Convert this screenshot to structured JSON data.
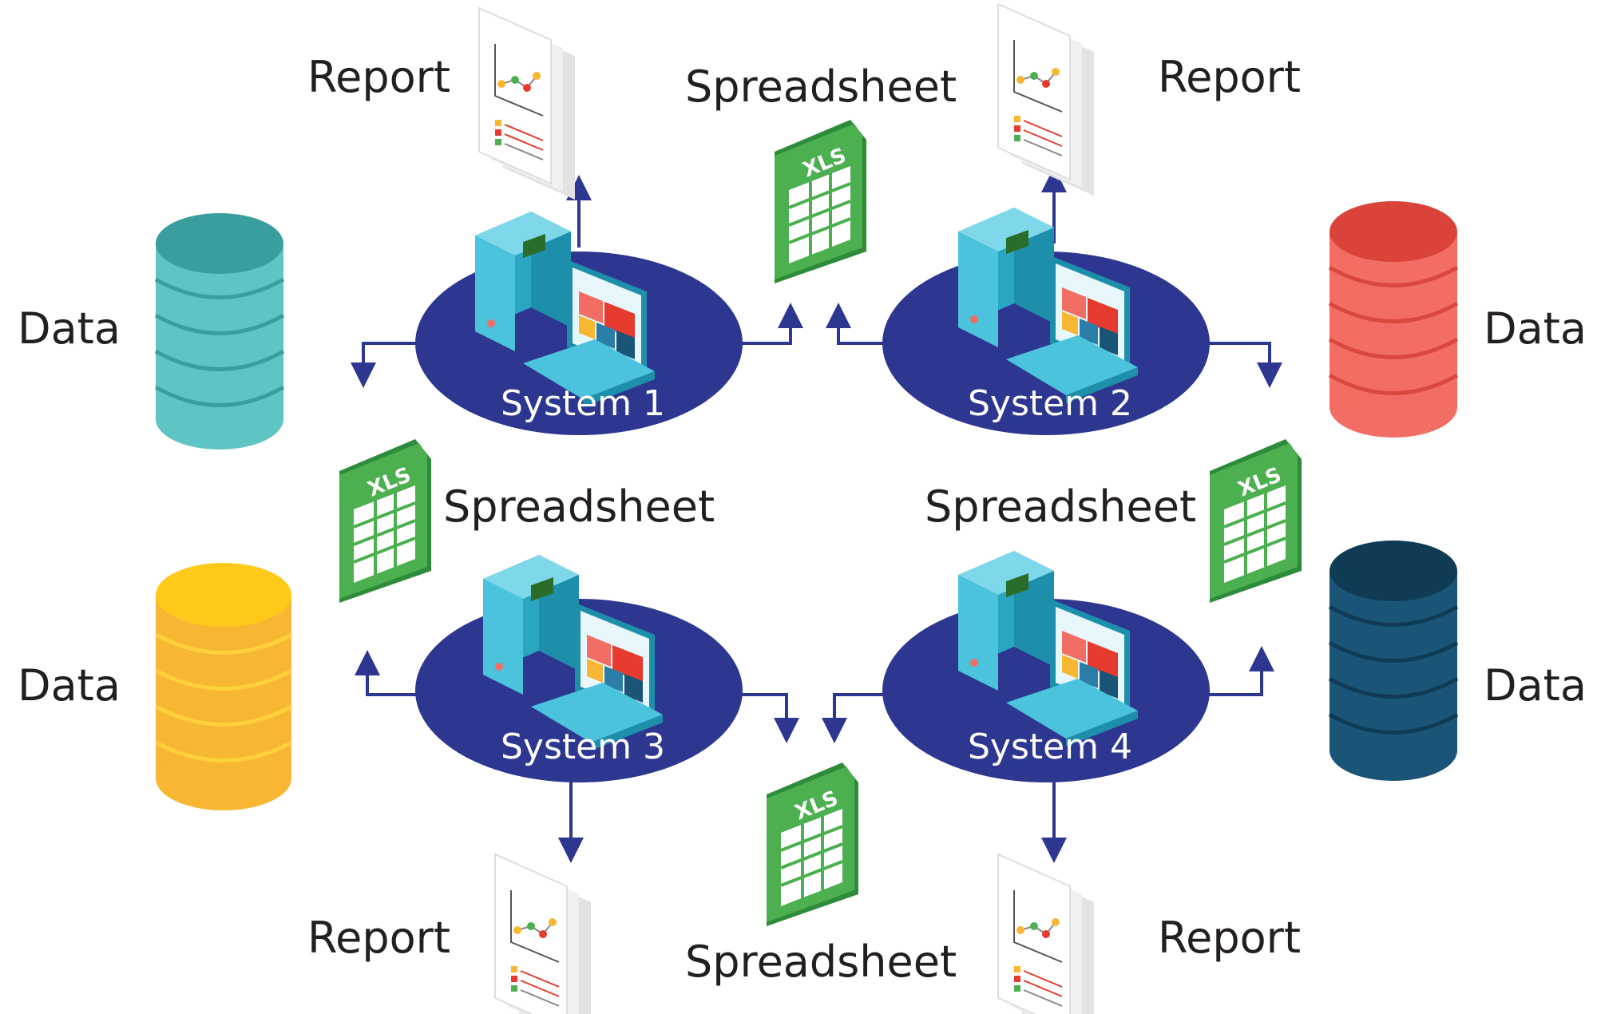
{
  "systems": [
    {
      "label": "System 1"
    },
    {
      "label": "System 2"
    },
    {
      "label": "System 3"
    },
    {
      "label": "System 4"
    }
  ],
  "labels": {
    "report_tl": "Report",
    "report_tr": "Report",
    "report_bl": "Report",
    "report_br": "Report",
    "spreadsheet_top": "Spreadsheet",
    "spreadsheet_left": "Spreadsheet",
    "spreadsheet_right": "Spreadsheet",
    "spreadsheet_bottom": "Spreadsheet",
    "data_tl": "Data",
    "data_tr": "Data",
    "data_bl": "Data",
    "data_br": "Data"
  },
  "xls_badge": "XLS",
  "colors": {
    "system_ellipse": "#2e3790",
    "arrow": "#2e3790",
    "db_teal": "#5ec4c4",
    "db_red": "#f26d63",
    "db_yellow": "#f7b733",
    "db_navy": "#1a5577",
    "xls_green": "#4caf50",
    "computer": "#4cc3dc"
  },
  "icons": [
    "database-icon",
    "computer-icon",
    "report-document-icon",
    "xls-spreadsheet-icon",
    "arrow-icon"
  ]
}
